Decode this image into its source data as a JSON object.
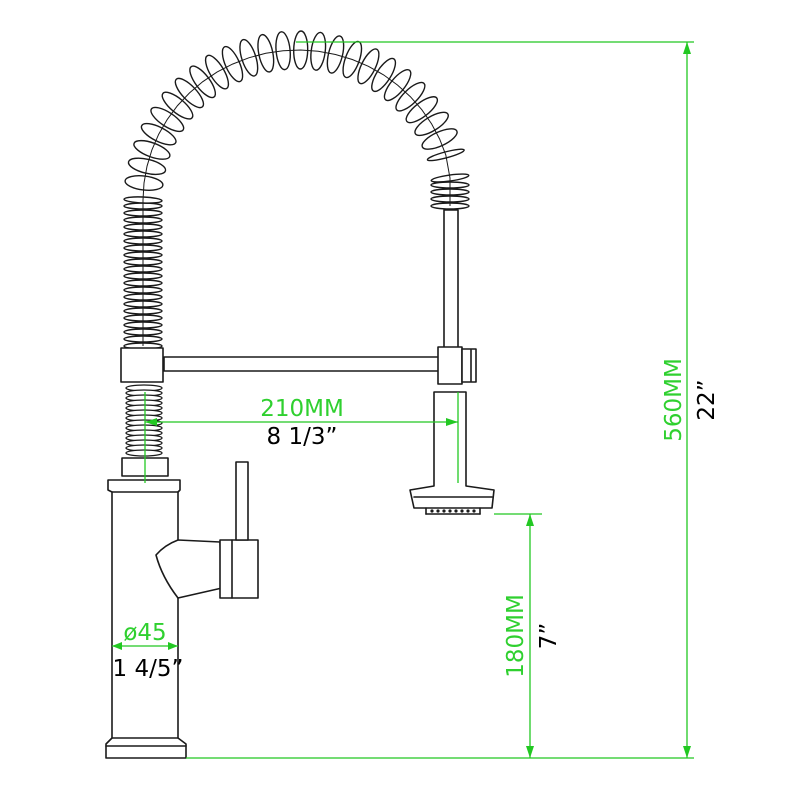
{
  "dimensions": {
    "spout_reach": {
      "metric": "210MM",
      "imperial": "8 1/3”"
    },
    "base_diameter": {
      "metric": "ø45",
      "imperial": "1 4/5”"
    },
    "spout_height": {
      "metric": "180MM",
      "imperial": "7”"
    },
    "total_height": {
      "metric": "560MM",
      "imperial": "22”"
    }
  },
  "colors": {
    "dimension_lines": "#22c822",
    "metric_text": "#2fd02f",
    "imperial_text": "#000000",
    "outline": "#1a1a1a"
  }
}
